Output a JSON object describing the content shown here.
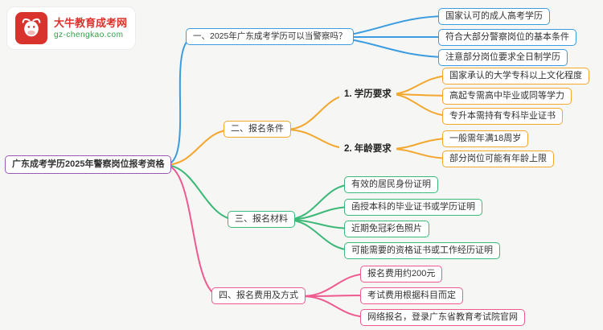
{
  "logo": {
    "title": "大牛教育成考网",
    "subtitle": "gz-chengkao.com",
    "icon": "bull-icon"
  },
  "colors": {
    "root_border": "#9b59b6",
    "branch1": "#3b9cdf",
    "branch2": "#f3a72e",
    "branch3": "#3cb878",
    "branch4": "#ee5a8f",
    "logo_red": "#d9332e",
    "logo_green": "#2f9e44"
  },
  "root": {
    "label": "广东成考学历2025年警察岗位报考资格"
  },
  "branches": [
    {
      "label": "一、2025年广东成考学历可以当警察吗？",
      "children": [
        {
          "label": "国家认可的成人高考学历"
        },
        {
          "label": "符合大部分警察岗位的基本条件"
        },
        {
          "label": "注意部分岗位要求全日制学历"
        }
      ]
    },
    {
      "label": "二、报名条件",
      "children": [
        {
          "label": "1. 学历要求",
          "children": [
            {
              "label": "国家承认的大学专科以上文化程度"
            },
            {
              "label": "高起专需高中毕业或同等学力"
            },
            {
              "label": "专升本需持有专科毕业证书"
            }
          ]
        },
        {
          "label": "2. 年龄要求",
          "children": [
            {
              "label": "一般需年满18周岁"
            },
            {
              "label": "部分岗位可能有年龄上限"
            }
          ]
        }
      ]
    },
    {
      "label": "三、报名材料",
      "children": [
        {
          "label": "有效的居民身份证明"
        },
        {
          "label": "函授本科的毕业证书或学历证明"
        },
        {
          "label": "近期免冠彩色照片"
        },
        {
          "label": "可能需要的资格证书或工作经历证明"
        }
      ]
    },
    {
      "label": "四、报名费用及方式",
      "children": [
        {
          "label": "报名费用约200元"
        },
        {
          "label": "考试费用根据科目而定"
        },
        {
          "label": "网络报名，登录广东省教育考试院官网"
        }
      ]
    }
  ]
}
